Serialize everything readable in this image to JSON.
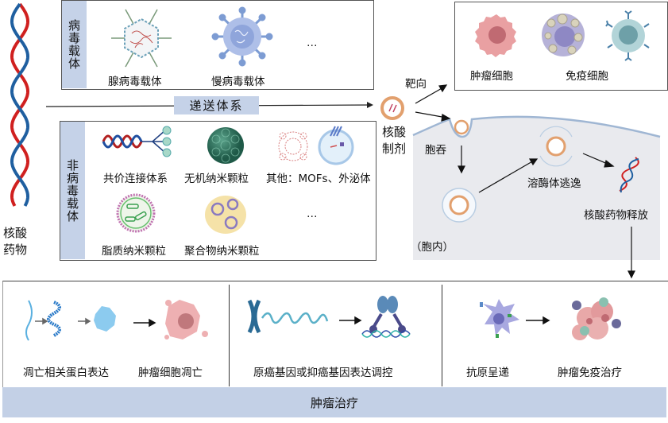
{
  "left": {
    "nucleic_drug_label": "核酸药物"
  },
  "viral": {
    "strip_label": "病毒载体",
    "items": [
      "腺病毒载体",
      "慢病毒载体"
    ],
    "ellipsis": "…"
  },
  "delivery": {
    "label": "递送体系"
  },
  "nonviral": {
    "strip_label": "非病毒载体",
    "row1": [
      "共价连接体系",
      "无机纳米颗粒",
      "其他：MOFs、外泌体"
    ],
    "row2": [
      "脂质纳米颗粒",
      "聚合物纳米颗粒"
    ],
    "ellipsis": "…"
  },
  "formulation": {
    "label": "核酸制剂"
  },
  "targeting": {
    "label": "靶向",
    "cells": [
      "肿瘤细胞",
      "免疫细胞"
    ]
  },
  "intracellular": {
    "endocytosis": "胞吞",
    "lysosome_escape": "溶酶体逃逸",
    "release": "核酸药物释放",
    "inside_label": "（胞内）"
  },
  "therapy": {
    "steps": [
      "凋亡相关蛋白表达",
      "肿瘤细胞凋亡",
      "原癌基因或抑癌基因表达调控",
      "抗原呈递",
      "肿瘤免疫治疗"
    ],
    "band_label": "肿瘤治疗"
  },
  "colors": {
    "strip": "#c5d2e8",
    "band": "#c3d0e6",
    "cell_bg": "#e9eaee",
    "membrane": "#9fb6d3",
    "dna_red": "#d0201f",
    "dna_blue": "#1f5fa0",
    "particle": "#e2a06e"
  }
}
